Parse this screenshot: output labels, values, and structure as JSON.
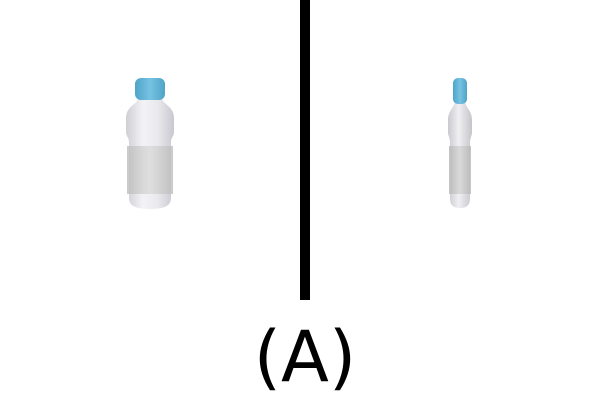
{
  "caption": "(A)",
  "colors": {
    "background": "#ffffff",
    "divider": "#000000",
    "cap": "#62b3d6",
    "bottle_body": "#e7e7ea",
    "label_band": "#d1d1d1"
  },
  "images": {
    "left": "water-bottle-front-view",
    "right": "water-bottle-side-view"
  }
}
